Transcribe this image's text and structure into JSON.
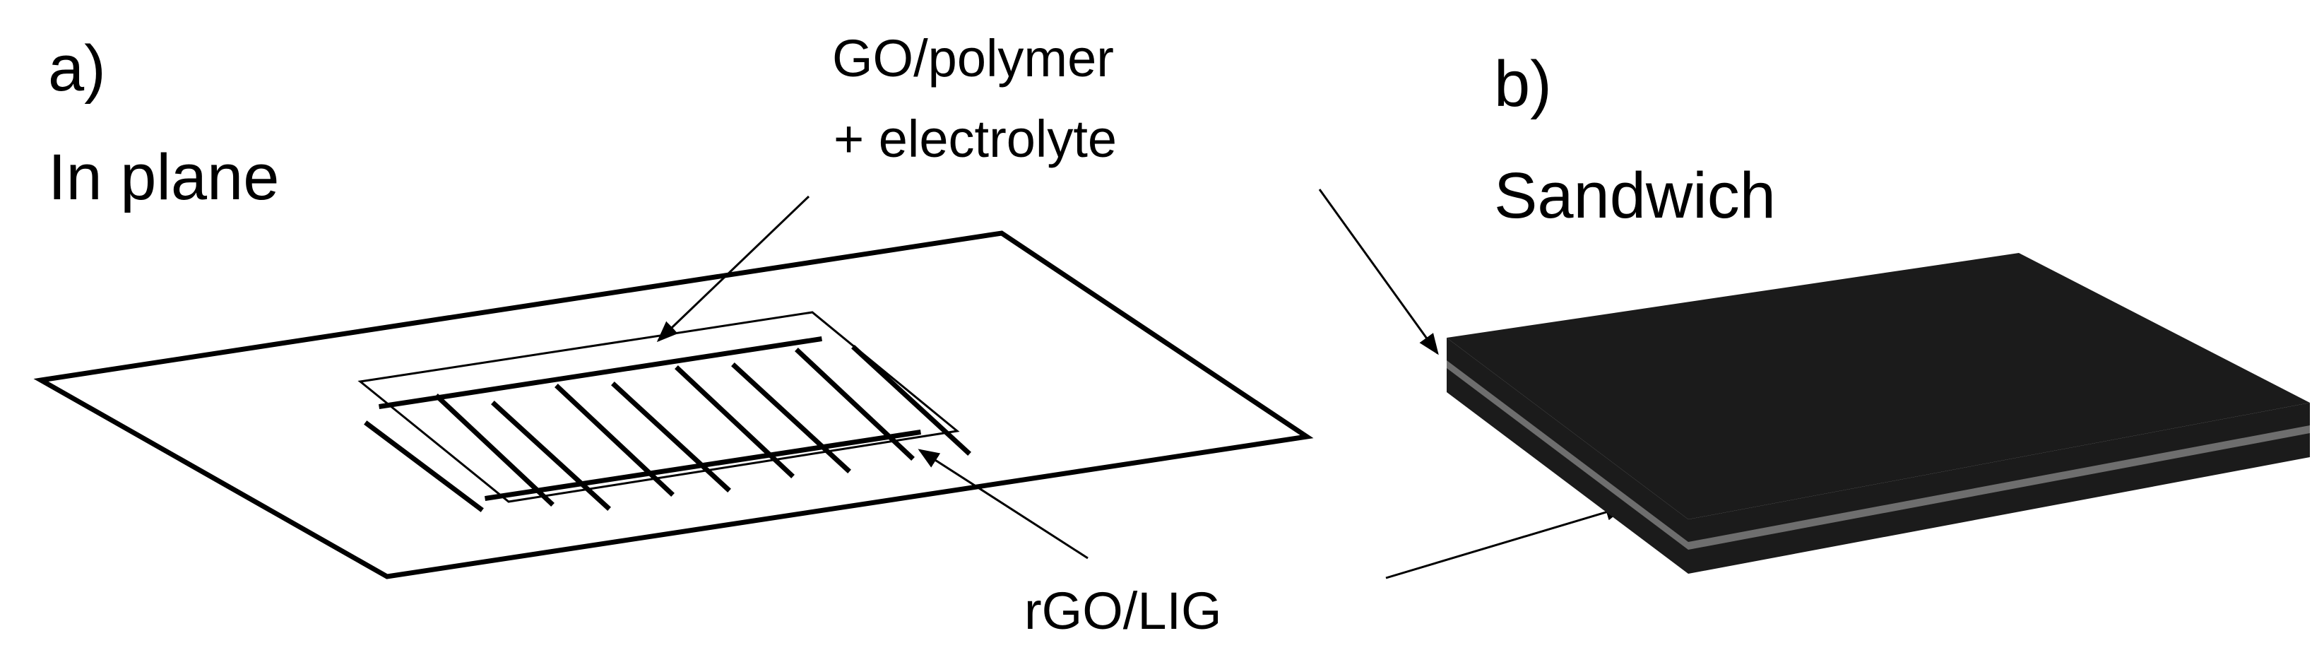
{
  "panel_a": {
    "letter": "a)",
    "title": "In plane"
  },
  "panel_b": {
    "letter": "b)",
    "title": "Sandwich"
  },
  "callouts": {
    "top_line1": "GO/polymer",
    "top_line2": "+ electrolyte",
    "bottom": "rGO/LIG"
  },
  "colors": {
    "stroke": "#000000",
    "sandwich_dark": "#1b1b1b",
    "sandwich_gray": "#6e6e6e"
  }
}
